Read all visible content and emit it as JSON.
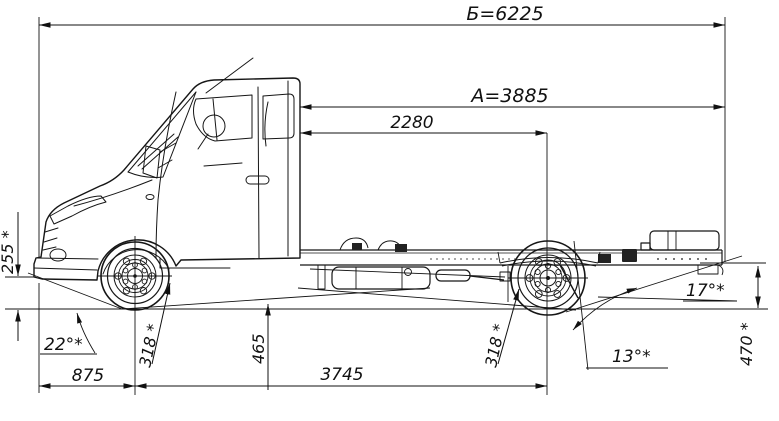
{
  "drawing": {
    "kind": "vehicle dimensional diagram",
    "subject": "chassis-cab light truck, left side view",
    "units": "mm / degrees"
  },
  "dims": {
    "overall_length": "Б=6225",
    "cab_back_to_frame_end": "А=3885",
    "cab_back_to_rear_axle": "2280",
    "front_height": "255 *",
    "approach_angle": "22°*",
    "front_overhang": "875",
    "front_clearance": "318 *",
    "mid_clearance": "465",
    "wheelbase": "3745",
    "rear_clearance": "318 *",
    "ramp_angle": "13°*",
    "departure_angle": "17°*",
    "rear_frame_height": "470 *"
  },
  "values": {
    "overall_length_mm": 6225,
    "cab_back_to_frame_end_mm": 3885,
    "cab_back_to_rear_axle_mm": 2280,
    "front_height_mm": 255,
    "approach_angle_deg": 22,
    "front_overhang_mm": 875,
    "front_clearance_mm": 318,
    "mid_clearance_mm": 465,
    "wheelbase_mm": 3745,
    "rear_clearance_mm": 318,
    "ramp_angle_deg": 13,
    "departure_angle_deg": 17,
    "rear_frame_height_mm": 470
  }
}
